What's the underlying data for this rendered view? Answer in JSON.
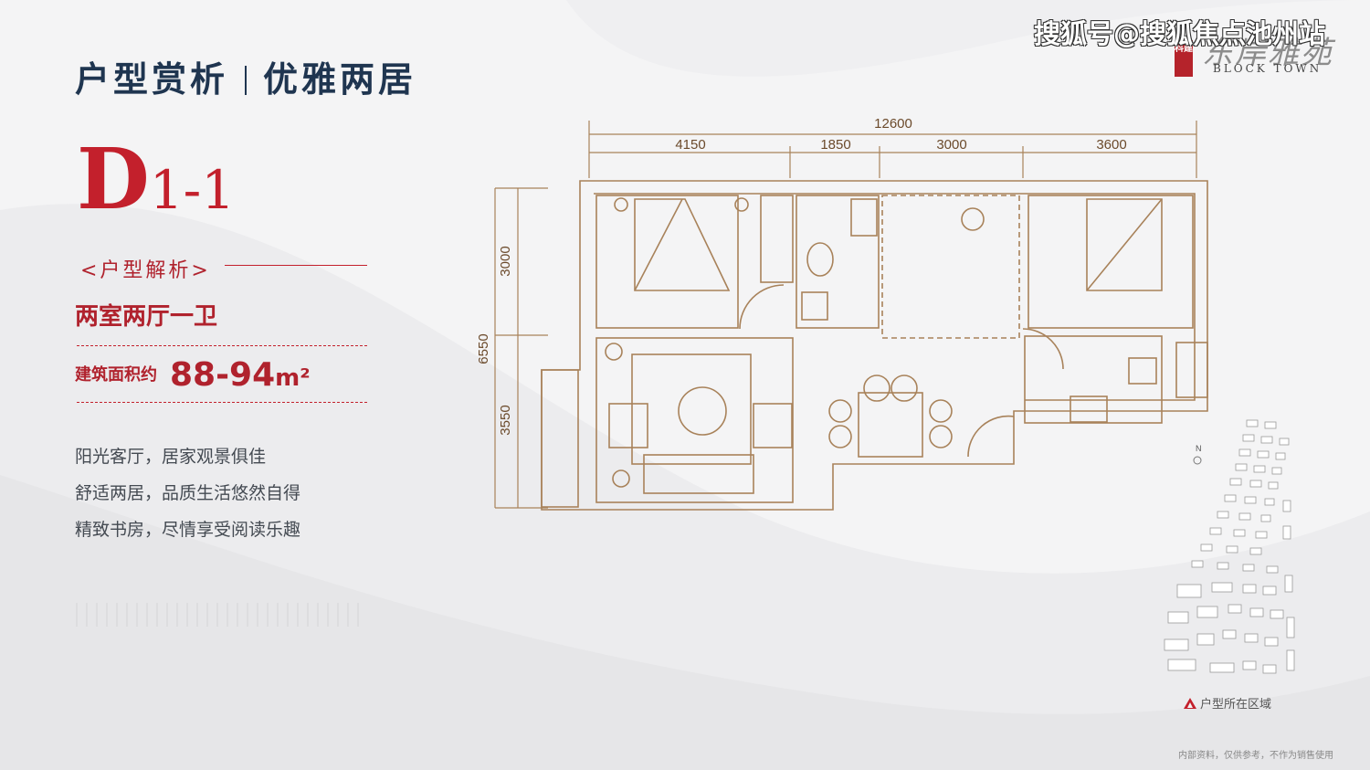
{
  "header": {
    "section": "户型赏析",
    "subtitle": "优雅两居"
  },
  "watermark": "搜狐号@搜狐焦点池州站",
  "brand": {
    "seal": "科建",
    "name_cn": "东岸雅苑",
    "name_en": "BLOCK TOWN"
  },
  "unit": {
    "letter": "D",
    "number": "1-1"
  },
  "analysis_label": "<户型解析>",
  "layout_type": "两室两厅一卫",
  "area": {
    "label": "建筑面积约",
    "value": "88-94",
    "unit": "m²"
  },
  "features": [
    "阳光客厅，居家观景俱佳",
    "舒适两居，品质生活悠然自得",
    "精致书房，尽情享受阅读乐趣"
  ],
  "floor_plan": {
    "total_width": "12600",
    "segments": [
      "4150",
      "1850",
      "3000",
      "3600"
    ],
    "total_depth": "6550",
    "depth_segments": [
      "3000",
      "3550"
    ]
  },
  "site_map": {
    "north": "N",
    "legend": "户型所在区域"
  },
  "footer_note": "内部资料，仅供参考，不作为销售使用",
  "colors": {
    "accent_red": "#c3202c",
    "navy": "#1f3550",
    "plan_brown": "#a8825a"
  }
}
